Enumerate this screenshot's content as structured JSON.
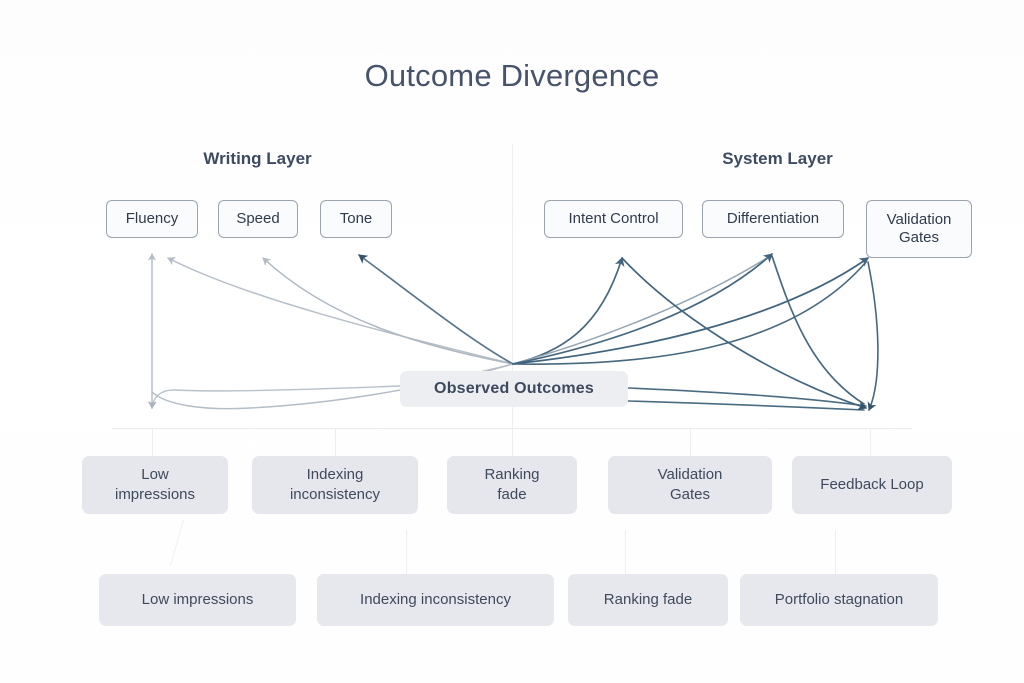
{
  "diagram": {
    "title": "Outcome Divergence",
    "background_color": "#ffffff",
    "title_color": "#46536a",
    "accent_left_color": "#aab4bf",
    "accent_right_color": "#41657f",
    "chip_color": "#e5e7ec",
    "node_border_color": "#9aa3ae"
  },
  "headers": {
    "left": "Writing Layer",
    "right": "System Layer"
  },
  "hub": {
    "label": "Observed Outcomes"
  },
  "writing_layer": {
    "nodes": [
      {
        "label": "Fluency"
      },
      {
        "label": "Speed"
      },
      {
        "label": "Tone"
      }
    ]
  },
  "system_layer": {
    "nodes": [
      {
        "label": "Intent Control"
      },
      {
        "label": "Differentiation"
      },
      {
        "label": "Validation\nGates"
      }
    ]
  },
  "outcome_row": {
    "items": [
      {
        "label": "Low\nimpressions"
      },
      {
        "label": "Indexing\ninconsistency"
      },
      {
        "label": "Ranking\nfade"
      },
      {
        "label": "Validation\nGates"
      },
      {
        "label": "Feedback Loop"
      }
    ]
  },
  "symptom_row": {
    "items": [
      {
        "label": "Low impressions"
      },
      {
        "label": "Indexing inconsistency"
      },
      {
        "label": "Ranking fade"
      },
      {
        "label": "Portfolio stagnation"
      }
    ]
  },
  "chart_data": {
    "type": "diagram",
    "title": "Outcome Divergence",
    "hub": "Observed Outcomes",
    "groups": [
      {
        "name": "Writing Layer",
        "side": "left",
        "edge_color": "#aab4bf",
        "targets": [
          "Fluency",
          "Speed",
          "Tone",
          "Low impressions"
        ]
      },
      {
        "name": "System Layer",
        "side": "right",
        "edge_color": "#41657f",
        "targets": [
          "Intent Control",
          "Differentiation",
          "Validation Gates",
          "Feedback Loop"
        ]
      }
    ],
    "outcome_row": [
      "Low impressions",
      "Indexing inconsistency",
      "Ranking fade",
      "Validation Gates",
      "Feedback Loop"
    ],
    "symptom_row": [
      "Low impressions",
      "Indexing inconsistency",
      "Ranking fade",
      "Portfolio stagnation"
    ]
  }
}
